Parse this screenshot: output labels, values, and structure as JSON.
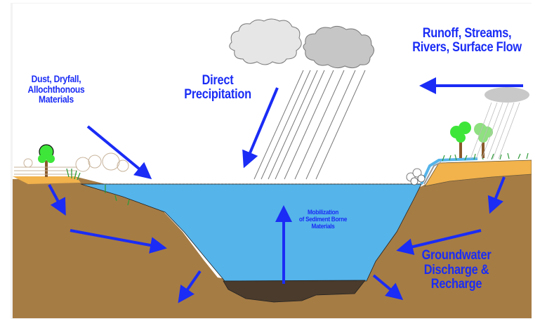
{
  "diagram": {
    "title": "Lake water budget and material inputs",
    "colors": {
      "arrow": "#1a2cf5",
      "water": "#55b4ea",
      "soil": "#a67c45",
      "topsoil": "#f2b24c",
      "sediment": "#4a3b2c",
      "cloud_light": "#e4e4e4",
      "cloud_dark": "#c4c4c4",
      "tree_green": "#3ee63a"
    },
    "labels": {
      "dust": [
        "Dust, Dryfall,",
        "Allochthonous",
        "Materials"
      ],
      "precip": [
        "Direct",
        "Precipitation"
      ],
      "runoff": [
        "Runoff, Streams,",
        "Rivers, Surface Flow"
      ],
      "mobilization": [
        "Mobilization",
        "of Sediment Borne",
        "Materials"
      ],
      "groundwater": [
        "Groundwater",
        "Discharge &",
        "Recharge"
      ]
    },
    "icons": [
      "cloud-icon",
      "rain-icon",
      "tree-icon",
      "shrub-icon",
      "grass-icon",
      "arrow-icon"
    ]
  }
}
